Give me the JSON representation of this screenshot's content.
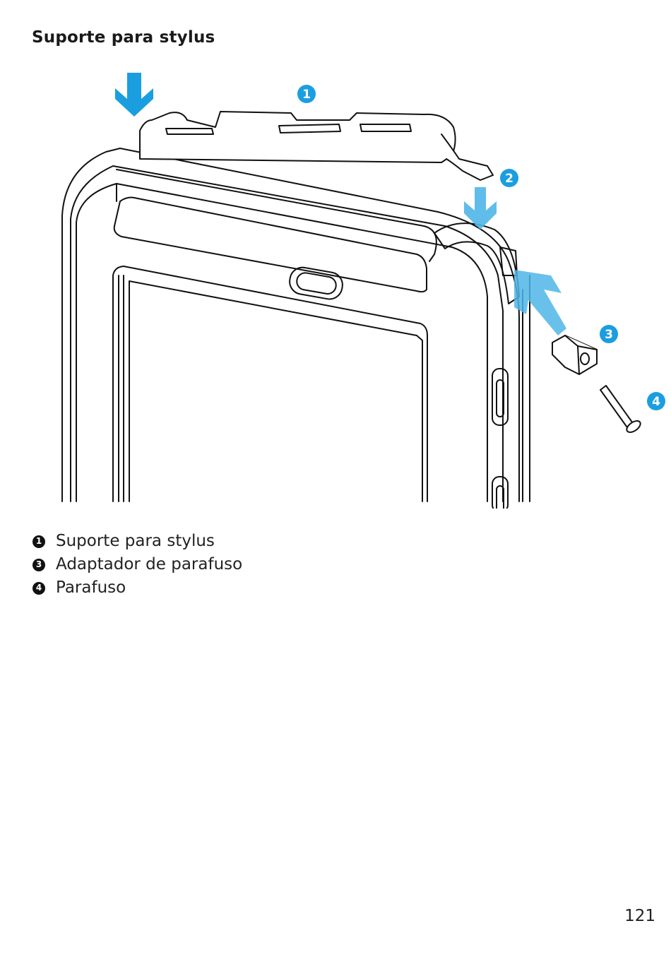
{
  "title": "Suporte para stylus",
  "callouts": [
    "1",
    "2",
    "3",
    "4"
  ],
  "legend": [
    {
      "number": "1",
      "label": "Suporte para stylus"
    },
    {
      "number": "3",
      "label": "Adaptador de parafuso"
    },
    {
      "number": "4",
      "label": "Parafuso"
    }
  ],
  "page_number": "121",
  "colors": {
    "accent": "#1a9ee0",
    "arrow": "#4fb6e8",
    "line": "#111111"
  }
}
